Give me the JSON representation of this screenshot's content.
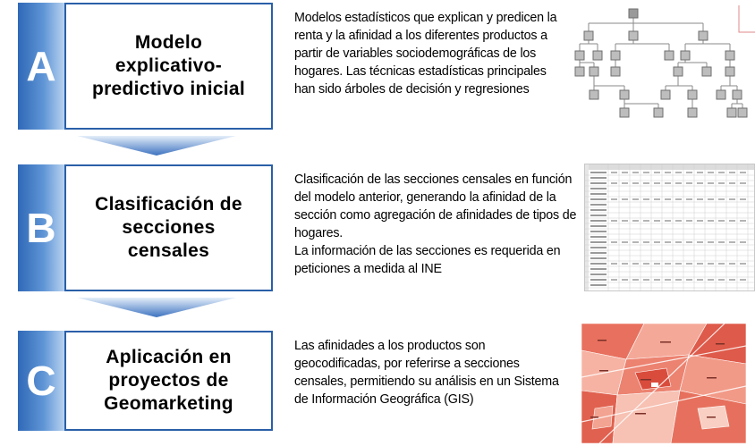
{
  "steps": [
    {
      "letter": "A",
      "title": "Modelo\nexplicativo-\npredictivo inicial",
      "description": [
        "Modelos estadísticos que explican y predicen la renta y la afinidad a los diferentes productos a partir de variables sociodemográficas de los hogares. Las técnicas estadísticas principales han sido árboles de decisión y regresiones"
      ],
      "illustration": "decision-tree"
    },
    {
      "letter": "B",
      "title": "Clasificación de\nsecciones\ncensales",
      "description": [
        "Clasificación de las secciones censales en función del modelo anterior, generando la afinidad de la sección como agregación de afinidades de tipos de hogares.",
        "La información de las secciones es requerida en peticiones a medida al INE"
      ],
      "illustration": "data-table"
    },
    {
      "letter": "C",
      "title": "Aplicación en\nproyectos de\nGeomarketing",
      "description": [
        "Las afinidades a los productos son geocodificadas, por referirse a secciones censales, permitiendo su análisis en un Sistema de Información Geográfica (GIS)"
      ],
      "illustration": "choropleth-map"
    }
  ],
  "colors": {
    "blue_dark": "#2f68b6",
    "blue_light": "#b7d2ef",
    "border": "#2a5fa8"
  }
}
